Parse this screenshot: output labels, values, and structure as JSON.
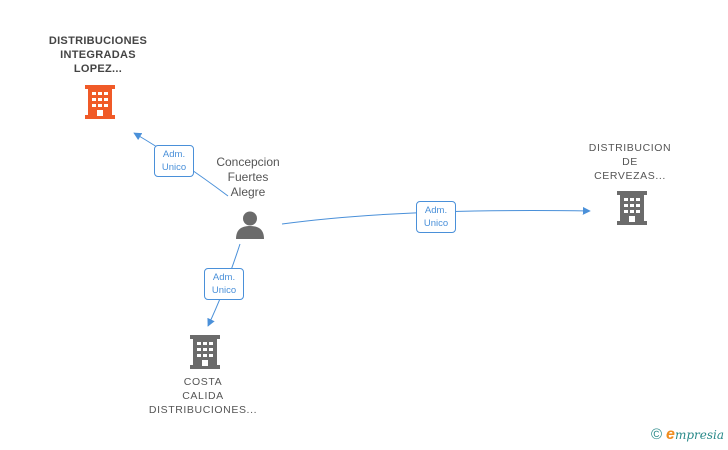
{
  "nodes": {
    "company_main": {
      "lines": [
        "DISTRIBUCIONES",
        "INTEGRADAS",
        "LOPEZ..."
      ],
      "icon": "building-icon",
      "color": "#f05a28"
    },
    "person": {
      "lines": [
        "Concepcion",
        "Fuertes",
        "Alegre"
      ],
      "icon": "person-icon",
      "color": "#6b6b6b"
    },
    "company_right": {
      "lines": [
        "DISTRIBUCION",
        "DE",
        "CERVEZAS..."
      ],
      "icon": "building-icon",
      "color": "#6b6b6b"
    },
    "company_bottom": {
      "lines": [
        "COSTA",
        "CALIDA",
        "DISTRIBUCIONES..."
      ],
      "icon": "building-icon",
      "color": "#6b6b6b"
    }
  },
  "edges": [
    {
      "from": "person",
      "to": "company_main",
      "label": [
        "Adm.",
        "Unico"
      ]
    },
    {
      "from": "person",
      "to": "company_right",
      "label": [
        "Adm.",
        "Unico"
      ]
    },
    {
      "from": "person",
      "to": "company_bottom",
      "label": [
        "Adm.",
        "Unico"
      ]
    }
  ],
  "edge_color": "#4a90d9",
  "footer": {
    "copyright": "©",
    "brand_initial": "e",
    "brand_rest": "mpresia"
  }
}
